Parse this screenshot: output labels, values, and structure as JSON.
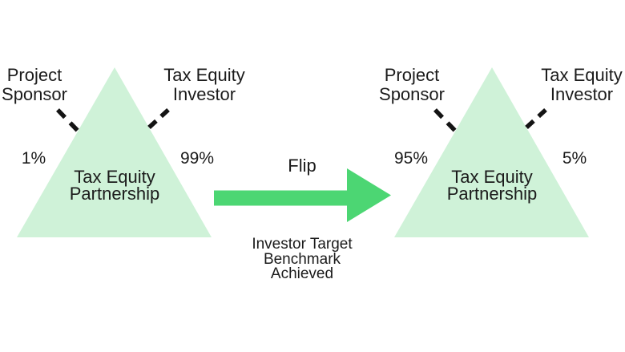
{
  "colors": {
    "background": "#ffffff",
    "triangle_fill": "#cff2d8",
    "arrow_green": "#4cd673",
    "text": "#1b1b1b",
    "dash": "#141414"
  },
  "before": {
    "sponsor_label": "Project\nSponsor",
    "investor_label": "Tax Equity\nInvestor",
    "sponsor_share": "1%",
    "investor_share": "99%",
    "partnership_label": "Tax Equity\nPartnership"
  },
  "after": {
    "sponsor_label": "Project\nSponsor",
    "investor_label": "Tax Equity\nInvestor",
    "sponsor_share": "95%",
    "investor_share": "5%",
    "partnership_label": "Tax Equity\nPartnership"
  },
  "transition": {
    "arrow_label": "Flip",
    "caption": "Investor Target\nBenchmark\nAchieved"
  }
}
